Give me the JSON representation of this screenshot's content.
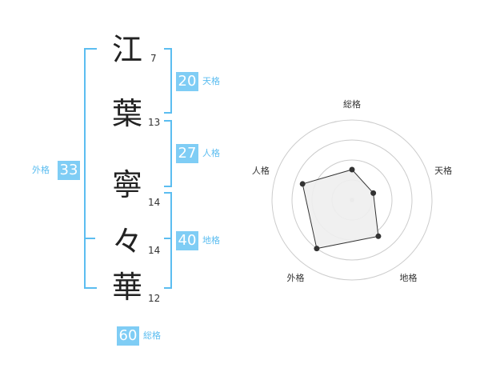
{
  "name_chars": [
    {
      "char": "江",
      "strokes": "7"
    },
    {
      "char": "葉",
      "strokes": "13"
    },
    {
      "char": "寧",
      "strokes": "14"
    },
    {
      "char": "々",
      "strokes": "14"
    },
    {
      "char": "華",
      "strokes": "12"
    }
  ],
  "kakusu": {
    "tenkaku": {
      "value": "20",
      "label": "天格"
    },
    "jinkaku": {
      "value": "27",
      "label": "人格"
    },
    "chikaku": {
      "value": "40",
      "label": "地格"
    },
    "gaikaku": {
      "value": "33",
      "label": "外格"
    },
    "soukaku": {
      "value": "60",
      "label": "総格"
    }
  },
  "chart_data": {
    "type": "radar",
    "categories": [
      "総格",
      "天格",
      "地格",
      "外格",
      "人格"
    ],
    "values": [
      0.38,
      0.28,
      0.56,
      0.75,
      0.65
    ],
    "scale_max": 1,
    "rings": 4,
    "colors": {
      "fill": "#eeeeee",
      "stroke": "#333333",
      "rings": "#cccccc"
    }
  }
}
